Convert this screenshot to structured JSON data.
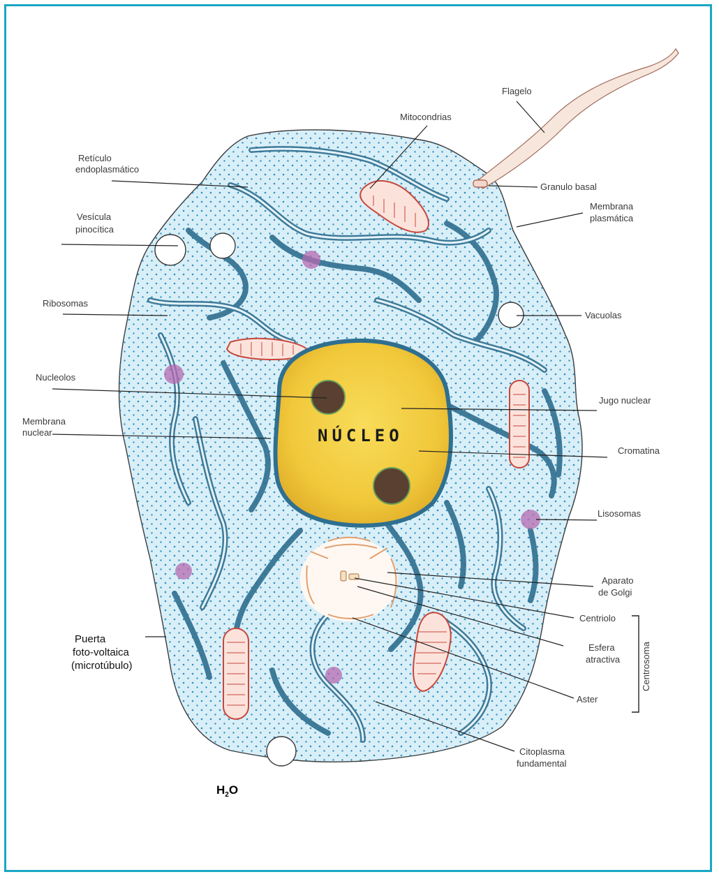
{
  "nucleus_label": "NÚCLEO",
  "h2o": {
    "main": "H",
    "sub": "2",
    "tail": "O"
  },
  "centrosoma_label": "Centrosoma",
  "labels": {
    "flagelo": "Flagelo",
    "mitocondrias": "Mitocondrias",
    "reticulo_1": "Retículo",
    "reticulo_2": "endoplasmático",
    "granulo_basal": "Granulo basal",
    "membrana_plasmatica_1": "Membrana",
    "membrana_plasmatica_2": "plasmática",
    "vesicula_1": "Vesícula",
    "vesicula_2": "pinocítica",
    "ribosomas": "Ribosomas",
    "vacuolas": "Vacuolas",
    "nucleolos": "Nucleolos",
    "jugo_nuclear": "Jugo nuclear",
    "membrana_nuclear_1": "Membrana",
    "membrana_nuclear_2": "nuclear",
    "cromatina": "Cromatina",
    "lisosomas": "Lisosomas",
    "aparato_golgi_1": "Aparato",
    "aparato_golgi_2": "de Golgi",
    "centriolo": "Centriolo",
    "esfera_1": "Esfera",
    "esfera_2": "atractiva",
    "aster": "Aster",
    "citoplasma_1": "Citoplasma",
    "citoplasma_2": "fundamental",
    "puerta_1": "Puerta",
    "puerta_2": "foto-voltaica",
    "puerta_3": "(microtúbulo)"
  },
  "colors": {
    "frame": "#1aa6c4",
    "cytoplasm": "#d9eff8",
    "dots": "#2f8fc0",
    "membrane": "#2f6f8f",
    "nucleus": "#f4cf3c",
    "nucleolus": "#5a4030",
    "mitochondria": "#c8463a",
    "lysosome": "#9a3e8a"
  }
}
